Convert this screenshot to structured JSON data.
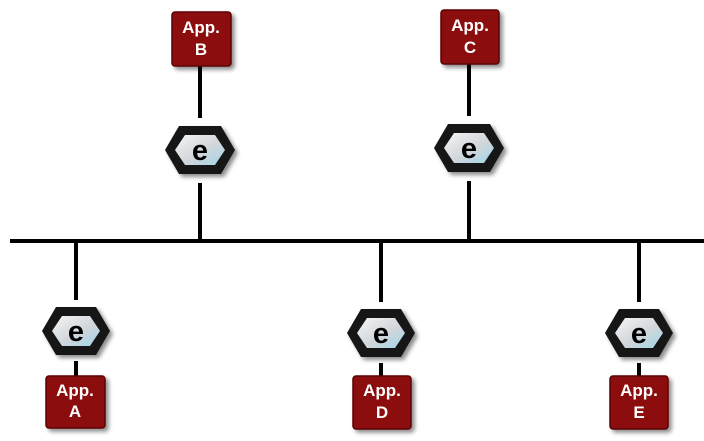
{
  "apps": [
    {
      "id": "B",
      "line1": "App.",
      "line2": "B"
    },
    {
      "id": "C",
      "line1": "App.",
      "line2": "C"
    },
    {
      "id": "A",
      "line1": "App.",
      "line2": "A"
    },
    {
      "id": "D",
      "line1": "App.",
      "line2": "D"
    },
    {
      "id": "E",
      "line1": "App.",
      "line2": "E"
    }
  ],
  "endpoint_label": "e",
  "colors": {
    "app_box": "#8c0d0d",
    "app_text": "#ffffff",
    "hexagon_outer": "#111111",
    "hexagon_inner": "#d7dadd",
    "lines": "#000000"
  }
}
